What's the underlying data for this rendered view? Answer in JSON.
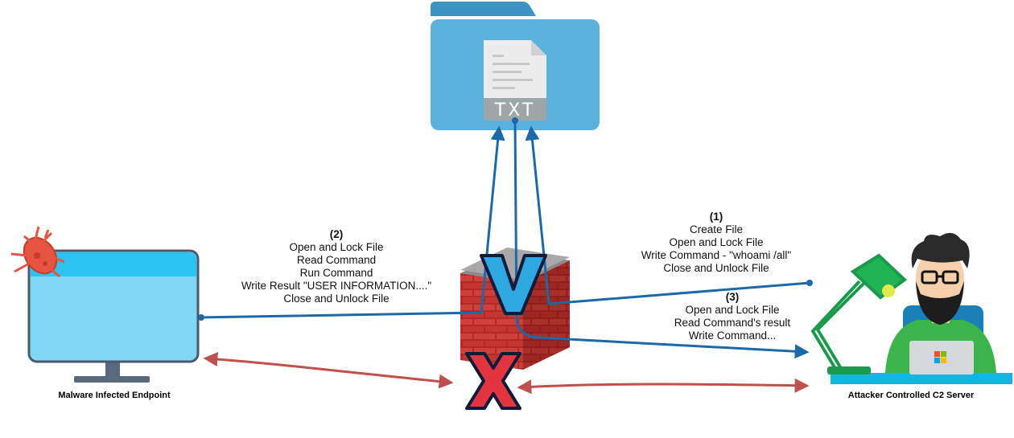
{
  "file_icon": {
    "label": "TXT"
  },
  "step2": {
    "heading": "(2)",
    "lines": [
      "Open and Lock File",
      "Read Command",
      "Run Command",
      "Write Result \"USER INFORMATION....\"",
      "Close and Unlock File"
    ]
  },
  "step1": {
    "heading": "(1)",
    "lines": [
      "Create File",
      "Open and Lock File",
      "Write Command - \"whoami /all\"",
      "Close and Unlock File"
    ]
  },
  "step3": {
    "heading": "(3)",
    "lines": [
      "Open and Lock File",
      "Read Command's result",
      "Write Command..."
    ]
  },
  "endpoint": {
    "label": "Malware Infected Endpoint"
  },
  "server": {
    "label": "Attacker Controlled C2 Server"
  },
  "colors": {
    "flow_arrow": "#1a6aaa",
    "blocked_arrow": "#c0504d",
    "folder": "#5ab2dc",
    "monitor": "#7fd6f5",
    "allow_mark": "#2ea8e0",
    "deny_mark": "#e3343f",
    "bug": "#e8543f",
    "brick": "#c4312c"
  },
  "icons": {
    "folder": "folder-icon",
    "file": "txt-file-icon",
    "firewall": "firewall-icon",
    "allow": "checkmark-v-icon",
    "deny": "x-mark-icon",
    "malware": "bug-icon",
    "computer": "monitor-icon",
    "hacker": "hacker-icon"
  }
}
